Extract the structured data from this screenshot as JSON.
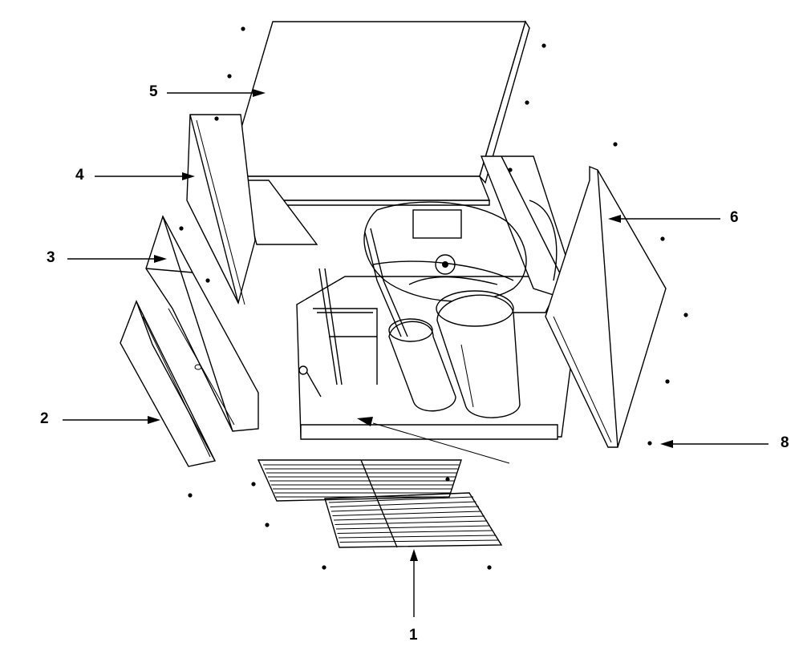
{
  "callouts": [
    {
      "id": "1",
      "label": "1"
    },
    {
      "id": "2",
      "label": "2"
    },
    {
      "id": "3",
      "label": "3"
    },
    {
      "id": "4",
      "label": "4"
    },
    {
      "id": "5",
      "label": "5"
    },
    {
      "id": "6",
      "label": "6"
    },
    {
      "id": "8",
      "label": "8"
    }
  ],
  "colors": {
    "line": "#000000",
    "background": "#ffffff"
  }
}
